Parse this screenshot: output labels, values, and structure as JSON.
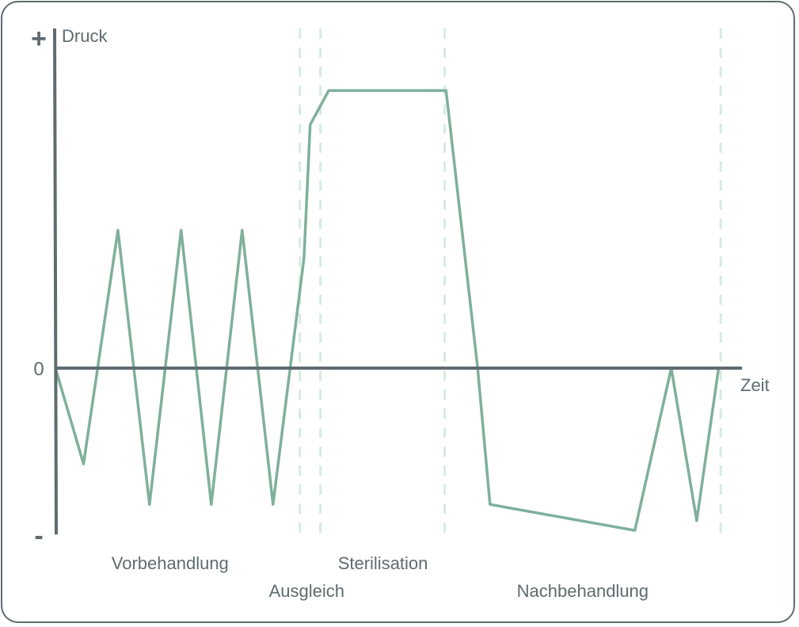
{
  "chart_data": {
    "type": "line",
    "title": "",
    "xlabel": "Zeit",
    "ylabel": "Druck",
    "y_tick_labels": {
      "plus": "+",
      "zero": "0",
      "minus": "-"
    },
    "x_units": "relative time (0-100)",
    "y_units": "relative pressure (-1 to 1)",
    "xlim": [
      0,
      100
    ],
    "ylim": [
      -1,
      1
    ],
    "grid": false,
    "legend": "none",
    "series": [
      {
        "x": [
          0,
          4.1,
          9.1,
          13.7,
          18.3,
          22.7,
          27.2,
          31.7,
          36.2,
          37.1,
          39.8,
          56.9,
          61.5,
          63.3,
          84.4,
          89.7,
          93.4,
          96.6
        ],
        "y": [
          0,
          -0.59,
          0.85,
          -0.84,
          0.85,
          -0.84,
          0.85,
          -0.84,
          0.68,
          1.5,
          1.71,
          1.71,
          0,
          -0.84,
          -1,
          0,
          -0.94,
          0
        ]
      }
    ],
    "phase_boundaries": [
      35.6,
      38.6,
      56.7,
      96.9
    ],
    "phases": [
      {
        "label": "Vorbehandlung",
        "row": 1,
        "x_center": 16.7
      },
      {
        "label": "Ausgleich",
        "row": 2,
        "x_center": 36.6
      },
      {
        "label": "Sterilisation",
        "row": 1,
        "x_center": 47.7
      },
      {
        "label": "Nachbehandlung",
        "row": 2,
        "x_center": 76.8
      }
    ],
    "colors": {
      "axis": "#5f6b70",
      "series": "#7fb09b",
      "phase_line": "#d6ebe2",
      "frame": "#5f6b70"
    }
  }
}
